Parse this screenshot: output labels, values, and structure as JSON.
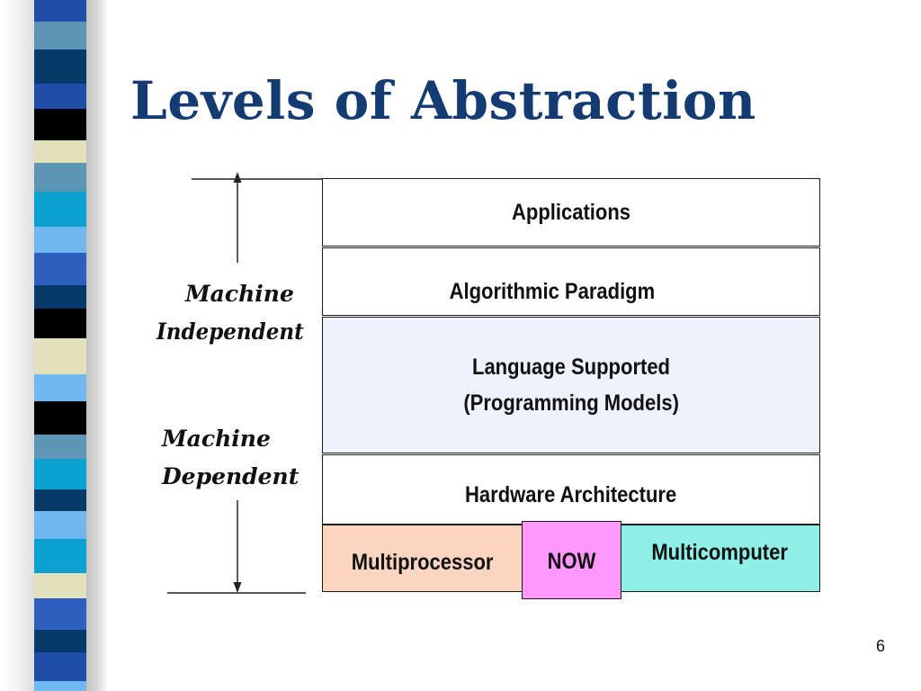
{
  "slide": {
    "title": "Levels of Abstraction",
    "page_number": "6"
  },
  "diagram": {
    "layers": [
      {
        "label": "Applications",
        "fill": "#ffffff"
      },
      {
        "label": "Algorithmic Paradigm",
        "fill": "#ffffff"
      },
      {
        "label_line1": "Language Supported",
        "label_line2": "(Programming Models)",
        "fill": "#eef2fc"
      },
      {
        "label": "Hardware Architecture",
        "fill": "#ffffff"
      }
    ],
    "hardware_variants": [
      {
        "label": "Multiprocessor",
        "fill": "#fcd5c0"
      },
      {
        "label": "NOW",
        "fill": "#ff99ff"
      },
      {
        "label": "Multicomputer",
        "fill": "#8ef0e6"
      }
    ],
    "side_labels": {
      "independent_line1": "Machine",
      "independent_line2": "Independent",
      "dependent_line1": "Machine",
      "dependent_line2": "Dependent"
    }
  },
  "colors": {
    "title": "#143c73",
    "stripe": [
      "#1f4ea8",
      "#000000",
      "#e2e0b8",
      "#5d95b5",
      "#0ba0cf",
      "#073a68",
      "#6fb7f0",
      "#2d5fbf"
    ]
  }
}
